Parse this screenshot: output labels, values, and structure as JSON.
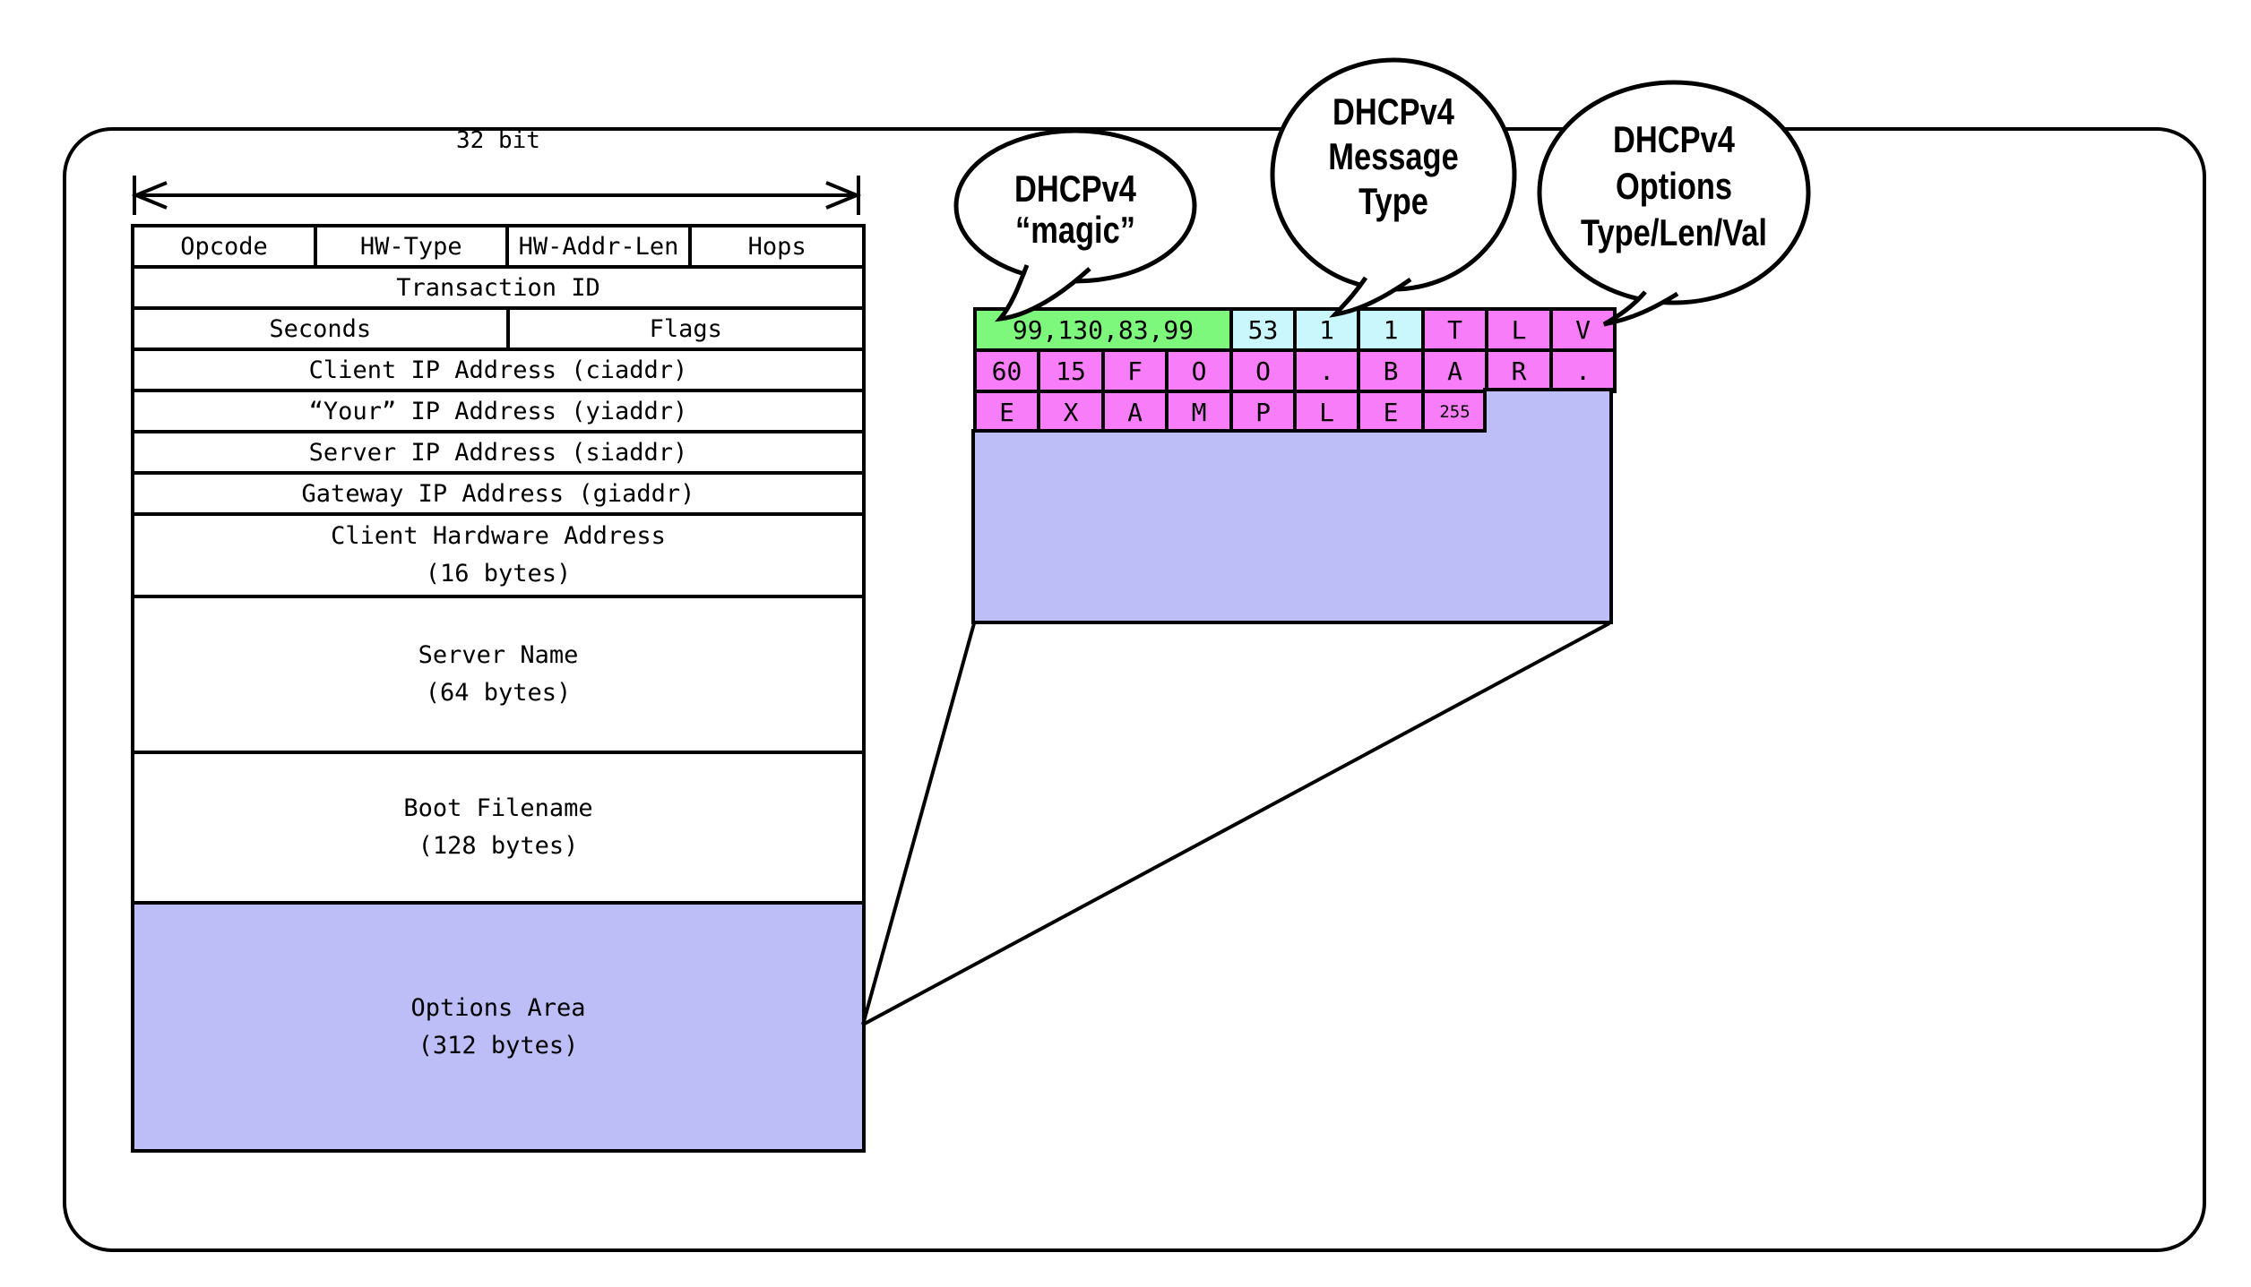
{
  "colors": {
    "magic_green": "#7df87d",
    "message_type_cyan": "#c9f7fb",
    "option_pink": "#f87df8",
    "options_lavender": "#bdbdf8",
    "line_black": "#000000",
    "background": "#ffffff"
  },
  "ruler": {
    "label": "32 bit"
  },
  "packet_table": {
    "rows": [
      {
        "cells": [
          "Opcode",
          "HW-Type",
          "HW-Addr-Len",
          "Hops"
        ]
      },
      {
        "label": "Transaction ID"
      },
      {
        "cells": [
          "Seconds",
          "Flags"
        ]
      },
      {
        "label": "Client IP Address (ciaddr)"
      },
      {
        "label": "“Your” IP Address (yiaddr)"
      },
      {
        "label": "Server IP Address (siaddr)"
      },
      {
        "label": "Gateway IP Address (giaddr)"
      },
      {
        "label": "Client Hardware Address",
        "sublabel": "(16 bytes)"
      },
      {
        "label": "Server Name",
        "sublabel": "(64 bytes)"
      },
      {
        "label": "Boot Filename",
        "sublabel": "(128 bytes)"
      },
      {
        "label": "Options Area",
        "sublabel": "(312 bytes)"
      }
    ]
  },
  "options_grid": {
    "magic": "99,130,83,99",
    "row1_cells": [
      "53",
      "1",
      "1",
      "T",
      "L",
      "V"
    ],
    "row2": [
      "60",
      "15",
      "F",
      "O",
      "O",
      ".",
      "B",
      "A",
      "R",
      "."
    ],
    "row3": [
      "E",
      "X",
      "A",
      "M",
      "P",
      "L",
      "E",
      "255"
    ]
  },
  "callouts": [
    {
      "lines": [
        "DHCPv4",
        "“magic”"
      ]
    },
    {
      "lines": [
        "DHCPv4",
        "Message",
        "Type"
      ]
    },
    {
      "lines": [
        "DHCPv4",
        "Options",
        "Type/Len/Val"
      ]
    }
  ]
}
